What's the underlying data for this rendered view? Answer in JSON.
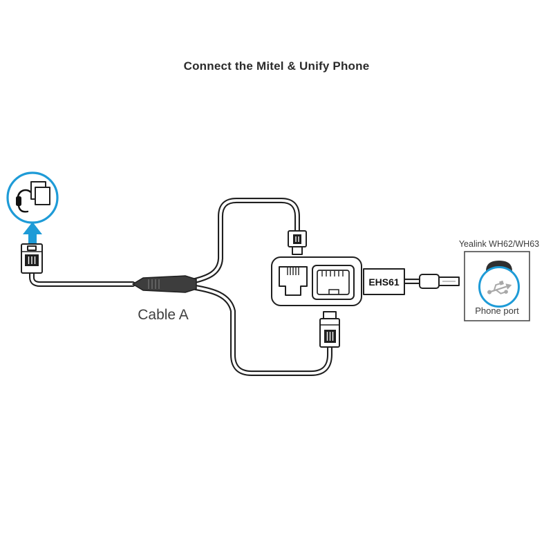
{
  "title": "Connect the Mitel & Unify Phone",
  "labels": {
    "cable_a": "Cable A",
    "ehs_box": "EHS61",
    "headset_model": "Yealink WH62/WH63",
    "phone_port": "Phone port"
  },
  "colors": {
    "accent_blue": "#1e9bd7",
    "line": "#1f1f1f",
    "text": "#3a3a3a",
    "title_text": "#2b2b2b"
  },
  "icons": {
    "headset": "headset-icon",
    "pages": "pages-icon",
    "arrow_up": "arrow-up-icon",
    "usb": "usb-icon",
    "rj_plug": "rj-plug-icon"
  }
}
